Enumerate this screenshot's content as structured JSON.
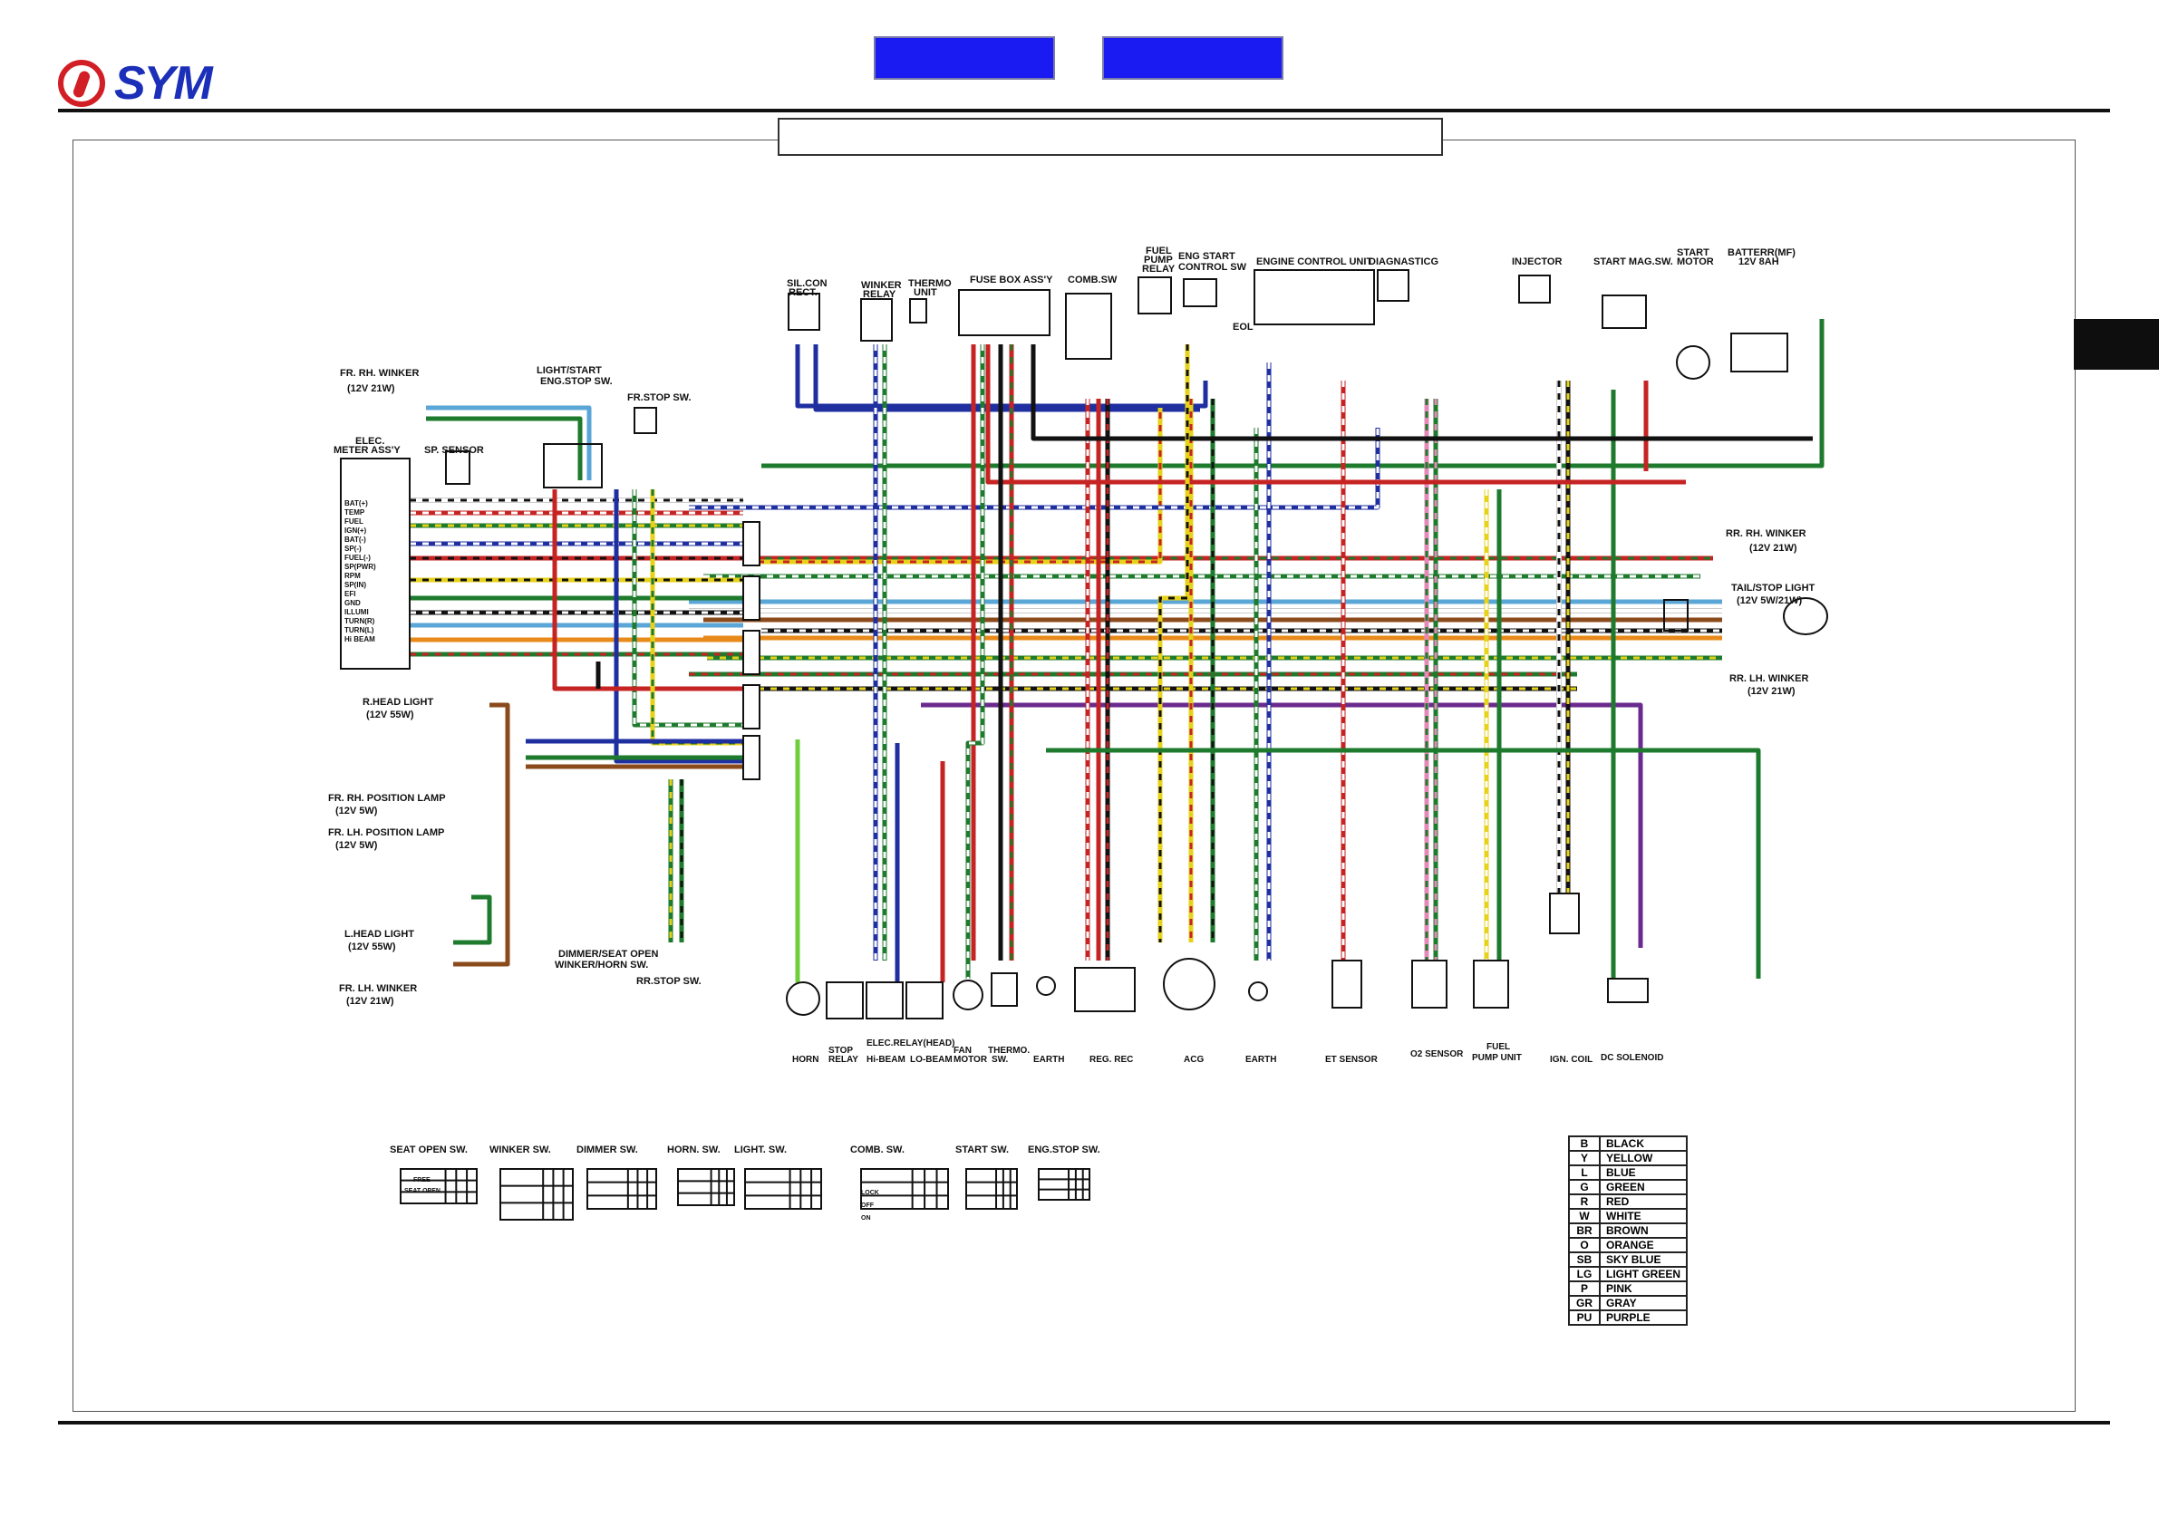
{
  "header": {
    "brand": "SYM",
    "nav_buttons": [
      "",
      ""
    ]
  },
  "left_components": {
    "fr_rh_winker": "FR. RH. WINKER",
    "fr_rh_winker_spec": "(12V 21W)",
    "elec_meter": "ELEC.",
    "elec_meter2": "METER ASS'Y",
    "sp_sensor": "SP. SENSOR",
    "light_start": "LIGHT/START",
    "eng_stop": "ENG.STOP SW.",
    "fr_stop": "FR.STOP SW.",
    "meter_pins": [
      "BAT(+)",
      "TEMP",
      "FUEL",
      "IGN(+)",
      "BAT(-)",
      "SP(-)",
      "FUEL(-)",
      "SP(PWR)",
      "RPM",
      "SP(IN)",
      "EFI",
      "GND",
      "ILLUMI",
      "TURN(R)",
      "TURN(L)",
      "Hi BEAM"
    ],
    "r_head": "R.HEAD LIGHT",
    "r_head_spec": "(12V 55W)",
    "fr_rh_pos": "FR. RH. POSITION LAMP",
    "fr_rh_pos_spec": "(12V 5W)",
    "fr_lh_pos": "FR. LH. POSITION LAMP",
    "fr_lh_pos_spec": "(12V 5W)",
    "l_head": "L.HEAD LIGHT",
    "l_head_spec": "(12V 55W)",
    "fr_lh_winker": "FR. LH. WINKER",
    "fr_lh_winker_spec": "(12V 21W)",
    "dimmer": "DIMMER/SEAT OPEN",
    "winker_horn": "WINKER/HORN SW.",
    "rr_stop": "RR.STOP SW."
  },
  "top_components": {
    "silcon": "SIL.CON",
    "silcon2": "RECT.",
    "winker_relay": "WINKER",
    "winker_relay2": "RELAY",
    "thermo": "THERMO",
    "thermo2": "UNIT",
    "fuse": "FUSE BOX ASS'Y",
    "comb": "COMB.SW",
    "fuel_pump": "FUEL",
    "fuel_pump2": "PUMP",
    "fuel_pump3": "RELAY",
    "eng_start": "ENG START",
    "eng_start2": "CONTROL SW",
    "eol": "EOL",
    "ecu": "ENGINE CONTROL UNIT",
    "diag": "DIAGNASTICG",
    "injector": "INJECTOR",
    "start_mag": "START MAG.SW.",
    "start_motor": "START",
    "start_motor2": "MOTOR",
    "battery": "BATTERR(MF)",
    "battery_spec": "12V 8AH"
  },
  "right_components": {
    "rr_rh_winker": "RR. RH. WINKER",
    "rr_rh_spec": "(12V 21W)",
    "tail": "TAIL/STOP LIGHT",
    "tail_spec": "(12V 5W/21W)",
    "rr_lh_winker": "RR. LH. WINKER",
    "rr_lh_spec": "(12V 21W)"
  },
  "bottom_components": [
    "HORN",
    "STOP",
    "RELAY",
    "ELEC.RELAY(HEAD)",
    "Hi-BEAM",
    "LO-BEAM",
    "FAN",
    "MOTOR",
    "THERMO.",
    "SW.",
    "EARTH",
    "REG. REC",
    "ACG",
    "EARTH",
    "ET SENSOR",
    "O2 SENSOR",
    "FUEL",
    "PUMP UNIT",
    "IGN. COIL",
    "DC SOLENOID"
  ],
  "switch_tables": [
    "SEAT OPEN SW.",
    "WINKER SW.",
    "DIMMER SW.",
    "HORN. SW.",
    "LIGHT. SW.",
    "COMB. SW.",
    "START SW.",
    "ENG.STOP SW."
  ],
  "switch_labels": {
    "free": "FREE",
    "seat_open": "SEAT OPEN",
    "lock": "LOCK",
    "off": "OFF",
    "on": "ON"
  },
  "legend": [
    {
      "code": "B",
      "name": "BLACK",
      "color": "#111111"
    },
    {
      "code": "Y",
      "name": "YELLOW",
      "color": "#e6d21a"
    },
    {
      "code": "L",
      "name": "BLUE",
      "color": "#1f2fa0"
    },
    {
      "code": "G",
      "name": "GREEN",
      "color": "#1e7a2c"
    },
    {
      "code": "R",
      "name": "RED",
      "color": "#c62323"
    },
    {
      "code": "W",
      "name": "WHITE",
      "color": "#ffffff"
    },
    {
      "code": "BR",
      "name": "BROWN",
      "color": "#8a4a1c"
    },
    {
      "code": "O",
      "name": "ORANGE",
      "color": "#e88a1a"
    },
    {
      "code": "SB",
      "name": "SKY BLUE",
      "color": "#5aa6d6"
    },
    {
      "code": "LG",
      "name": "LIGHT GREEN",
      "color": "#6fcf3a"
    },
    {
      "code": "P",
      "name": "PINK",
      "color": "#e58ab8"
    },
    {
      "code": "GR",
      "name": "GRAY",
      "color": "#8a8a8a"
    },
    {
      "code": "PU",
      "name": "PURPLE",
      "color": "#6a2a8e"
    }
  ]
}
